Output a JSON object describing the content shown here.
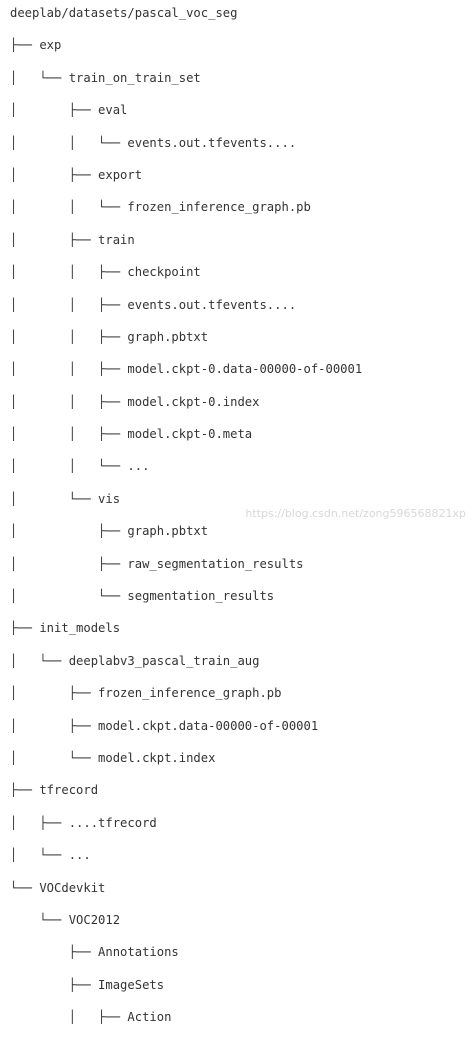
{
  "tree_lines": [
    "deeplab/datasets/pascal_voc_seg",
    "├── exp",
    "│   └── train_on_train_set",
    "│       ├── eval",
    "│       │   └── events.out.tfevents....",
    "│       ├── export",
    "│       │   └── frozen_inference_graph.pb",
    "│       ├── train",
    "│       │   ├── checkpoint",
    "│       │   ├── events.out.tfevents....",
    "│       │   ├── graph.pbtxt",
    "│       │   ├── model.ckpt-0.data-00000-of-00001",
    "│       │   ├── model.ckpt-0.index",
    "│       │   ├── model.ckpt-0.meta",
    "│       │   └── ...",
    "│       └── vis",
    "│           ├── graph.pbtxt",
    "│           ├── raw_segmentation_results",
    "│           └── segmentation_results",
    "├── init_models",
    "│   └── deeplabv3_pascal_train_aug",
    "│       ├── frozen_inference_graph.pb",
    "│       ├── model.ckpt.data-00000-of-00001",
    "│       └── model.ckpt.index",
    "├── tfrecord",
    "│   ├── ....tfrecord",
    "│   └── ...",
    "└── VOCdevkit",
    "    └── VOC2012",
    "        ├── Annotations",
    "        ├── ImageSets",
    "        │   ├── Action"
  ],
  "watermark": "https://blog.csdn.net/zong596568821xp"
}
